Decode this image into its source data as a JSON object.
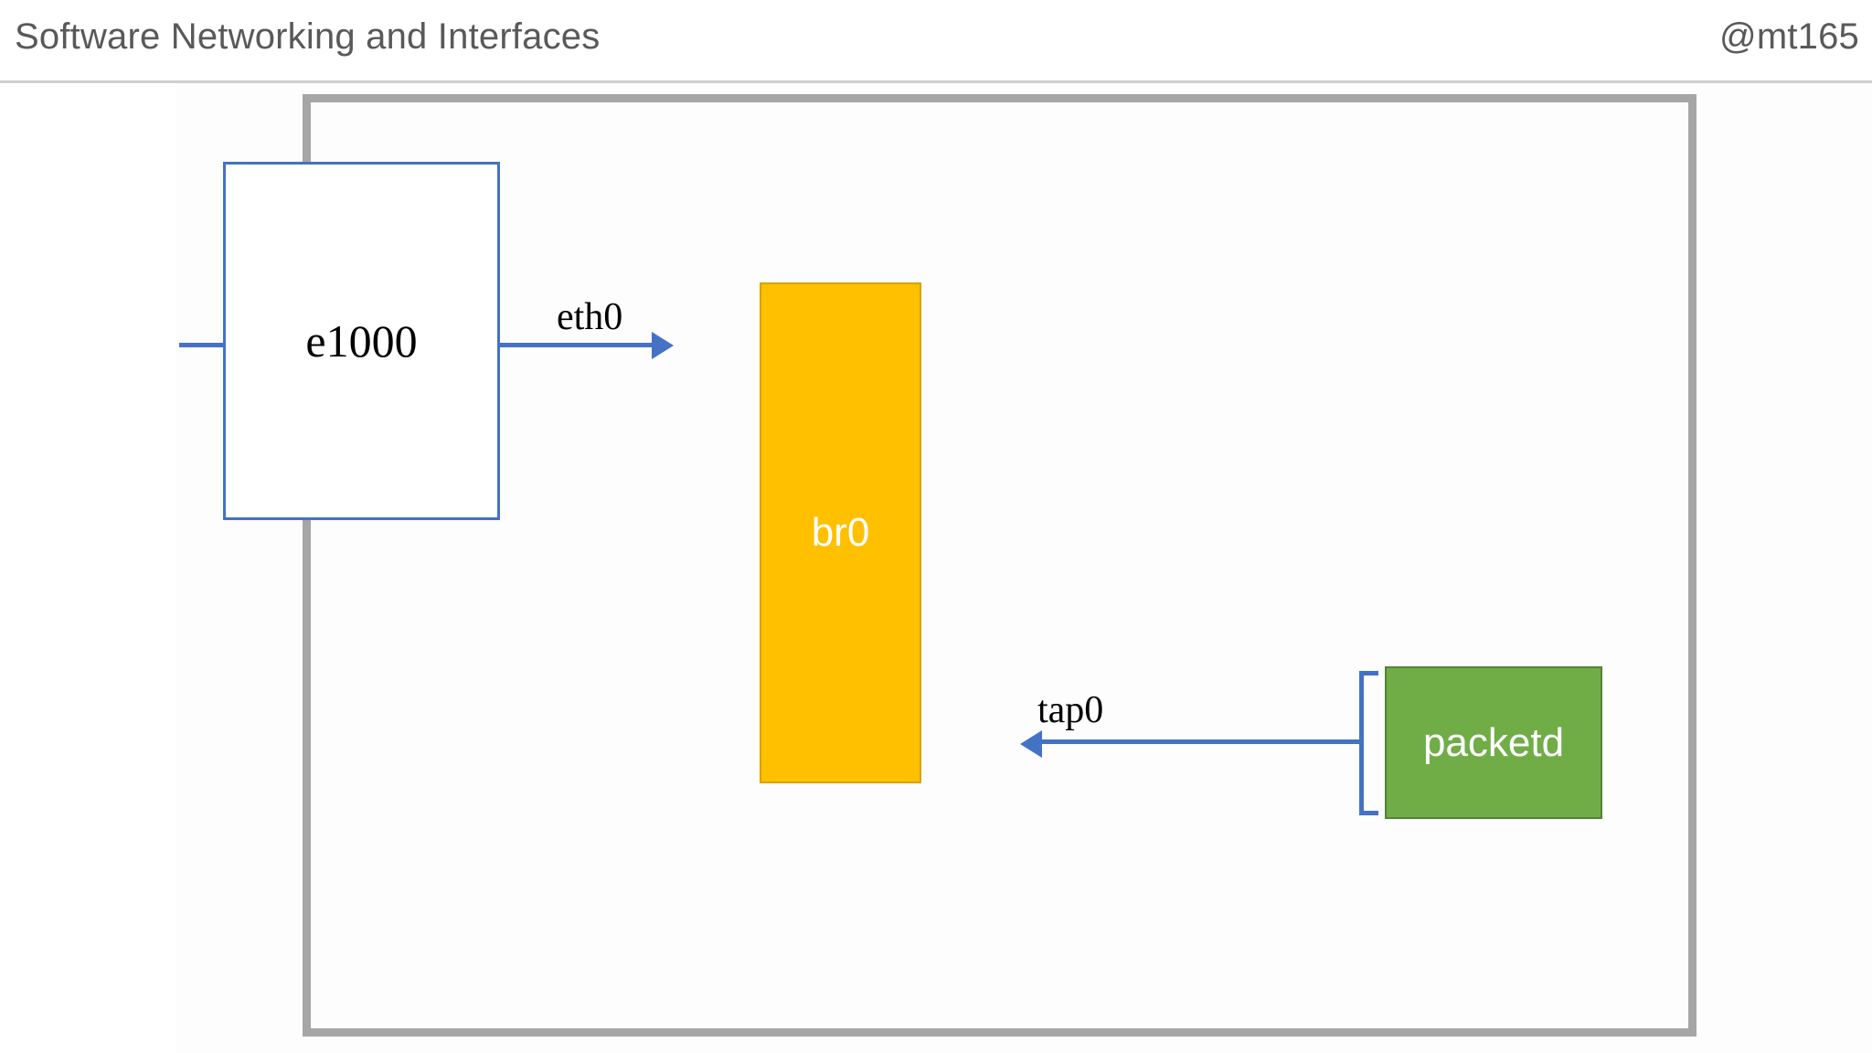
{
  "header": {
    "title": "Software Networking and Interfaces",
    "handle": "@mt165",
    "title_color": "#595959",
    "rule_color": "#cfcfcf"
  },
  "diagram": {
    "host_container": {
      "name": "host-boundary",
      "border_color": "#a6a6a6"
    },
    "nodes": [
      {
        "id": "e1000",
        "label": "e1000",
        "kind": "nic-driver",
        "fill": "#ffffff",
        "border": "#4472c4",
        "text_color": "#000000"
      },
      {
        "id": "br0",
        "label": "br0",
        "kind": "bridge",
        "fill": "#ffc000",
        "border": "#d9a200",
        "text_color": "#ffffff"
      },
      {
        "id": "packetd",
        "label": "packetd",
        "kind": "daemon",
        "fill": "#70ad47",
        "border": "#548235",
        "text_color": "#ffffff"
      }
    ],
    "connections": [
      {
        "id": "eth0",
        "label": "eth0",
        "from": "e1000",
        "to": "br0",
        "direction": "right",
        "color": "#4472c4"
      },
      {
        "id": "tap0",
        "label": "tap0",
        "from": "packetd",
        "to": "br0",
        "direction": "left",
        "color": "#4472c4"
      }
    ],
    "external_link": {
      "id": "uplink-stub",
      "color": "#4472c4"
    }
  }
}
